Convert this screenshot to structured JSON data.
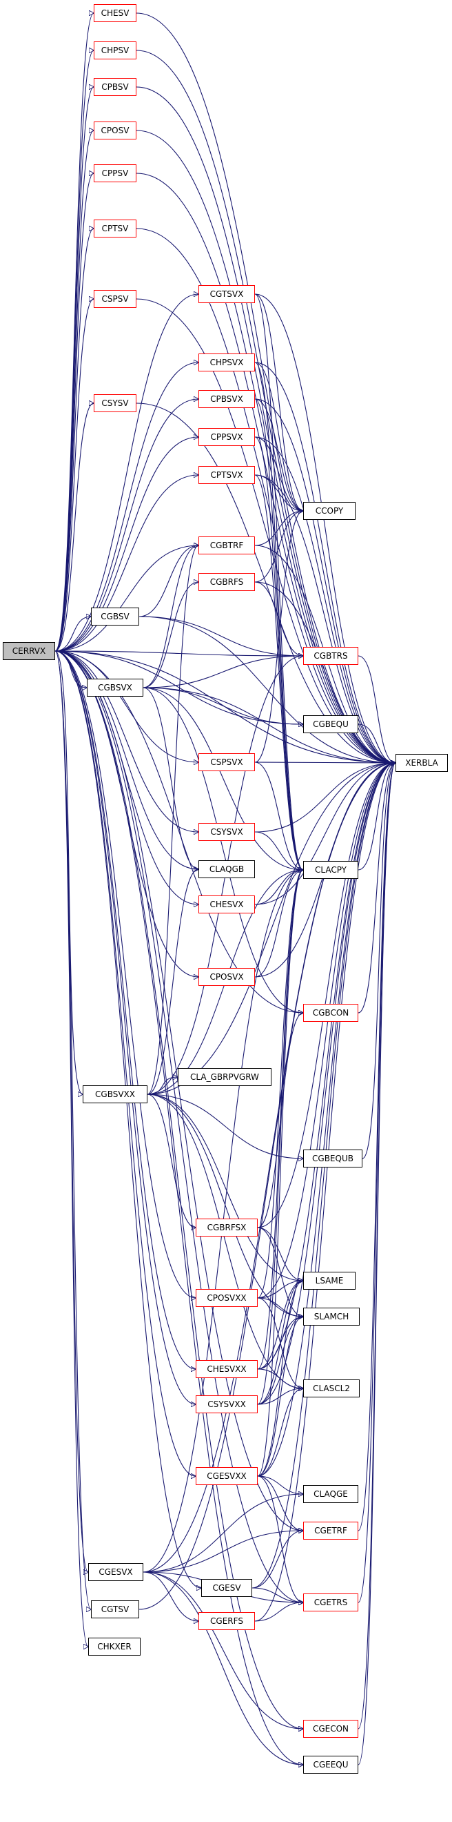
{
  "graph": {
    "root": "CERRVX",
    "nodes": [
      {
        "id": "CERRVX",
        "label": "CERRVX",
        "style": "root"
      },
      {
        "id": "CHESV",
        "label": "CHESV",
        "style": "red"
      },
      {
        "id": "CHPSV",
        "label": "CHPSV",
        "style": "red"
      },
      {
        "id": "CPBSV",
        "label": "CPBSV",
        "style": "red"
      },
      {
        "id": "CPOSV",
        "label": "CPOSV",
        "style": "red"
      },
      {
        "id": "CPPSV",
        "label": "CPPSV",
        "style": "red"
      },
      {
        "id": "CPTSV",
        "label": "CPTSV",
        "style": "red"
      },
      {
        "id": "CSPSV",
        "label": "CSPSV",
        "style": "red"
      },
      {
        "id": "CSYSV",
        "label": "CSYSV",
        "style": "red"
      },
      {
        "id": "CGBSV",
        "label": "CGBSV",
        "style": "black"
      },
      {
        "id": "CGBSVX",
        "label": "CGBSVX",
        "style": "black"
      },
      {
        "id": "CGBSVXX",
        "label": "CGBSVXX",
        "style": "black"
      },
      {
        "id": "CGESVX",
        "label": "CGESVX",
        "style": "black"
      },
      {
        "id": "CGTSV",
        "label": "CGTSV",
        "style": "black"
      },
      {
        "id": "CHKXER",
        "label": "CHKXER",
        "style": "black"
      },
      {
        "id": "CGTSVX",
        "label": "CGTSVX",
        "style": "red"
      },
      {
        "id": "CHPSVX",
        "label": "CHPSVX",
        "style": "red"
      },
      {
        "id": "CPBSVX",
        "label": "CPBSVX",
        "style": "red"
      },
      {
        "id": "CPPSVX",
        "label": "CPPSVX",
        "style": "red"
      },
      {
        "id": "CPTSVX",
        "label": "CPTSVX",
        "style": "red"
      },
      {
        "id": "CGBTRF",
        "label": "CGBTRF",
        "style": "red"
      },
      {
        "id": "CGBRFS",
        "label": "CGBRFS",
        "style": "red"
      },
      {
        "id": "CSPSVX",
        "label": "CSPSVX",
        "style": "red"
      },
      {
        "id": "CSYSVX",
        "label": "CSYSVX",
        "style": "red"
      },
      {
        "id": "CLAQGB",
        "label": "CLAQGB",
        "style": "black"
      },
      {
        "id": "CHESVX",
        "label": "CHESVX",
        "style": "red"
      },
      {
        "id": "CPOSVX",
        "label": "CPOSVX",
        "style": "red"
      },
      {
        "id": "CLA_GBRPVGRW",
        "label": "CLA_GBRPVGRW",
        "style": "black"
      },
      {
        "id": "CGBRFSX",
        "label": "CGBRFSX",
        "style": "red"
      },
      {
        "id": "CPOSVXX",
        "label": "CPOSVXX",
        "style": "red"
      },
      {
        "id": "CHESVXX",
        "label": "CHESVXX",
        "style": "red"
      },
      {
        "id": "CSYSVXX",
        "label": "CSYSVXX",
        "style": "red"
      },
      {
        "id": "CGESVXX",
        "label": "CGESVXX",
        "style": "red"
      },
      {
        "id": "CGESV",
        "label": "CGESV",
        "style": "black"
      },
      {
        "id": "CGERFS",
        "label": "CGERFS",
        "style": "red"
      },
      {
        "id": "CCOPY",
        "label": "CCOPY",
        "style": "black"
      },
      {
        "id": "CGBTRS",
        "label": "CGBTRS",
        "style": "red"
      },
      {
        "id": "CGBEQU",
        "label": "CGBEQU",
        "style": "black"
      },
      {
        "id": "CLACPY",
        "label": "CLACPY",
        "style": "black"
      },
      {
        "id": "CGBCON",
        "label": "CGBCON",
        "style": "red"
      },
      {
        "id": "CGBEQUB",
        "label": "CGBEQUB",
        "style": "black"
      },
      {
        "id": "LSAME",
        "label": "LSAME",
        "style": "black"
      },
      {
        "id": "SLAMCH",
        "label": "SLAMCH",
        "style": "black"
      },
      {
        "id": "CLASCL2",
        "label": "CLASCL2",
        "style": "black"
      },
      {
        "id": "CLAQGE",
        "label": "CLAQGE",
        "style": "black"
      },
      {
        "id": "CGETRF",
        "label": "CGETRF",
        "style": "red"
      },
      {
        "id": "CGETRS",
        "label": "CGETRS",
        "style": "red"
      },
      {
        "id": "CGECON",
        "label": "CGECON",
        "style": "red"
      },
      {
        "id": "CGEEQU",
        "label": "CGEEQU",
        "style": "black"
      },
      {
        "id": "XERBLA",
        "label": "XERBLA",
        "style": "black"
      }
    ],
    "edges": [
      [
        "CERRVX",
        "CHESV"
      ],
      [
        "CERRVX",
        "CHPSV"
      ],
      [
        "CERRVX",
        "CPBSV"
      ],
      [
        "CERRVX",
        "CPOSV"
      ],
      [
        "CERRVX",
        "CPPSV"
      ],
      [
        "CERRVX",
        "CPTSV"
      ],
      [
        "CERRVX",
        "CSPSV"
      ],
      [
        "CERRVX",
        "CSYSV"
      ],
      [
        "CERRVX",
        "CGBSV"
      ],
      [
        "CERRVX",
        "CGBSVX"
      ],
      [
        "CERRVX",
        "CGBSVXX"
      ],
      [
        "CERRVX",
        "CGESVX"
      ],
      [
        "CERRVX",
        "CGTSV"
      ],
      [
        "CERRVX",
        "CHKXER"
      ],
      [
        "CERRVX",
        "CGTSVX"
      ],
      [
        "CERRVX",
        "CHPSVX"
      ],
      [
        "CERRVX",
        "CPBSVX"
      ],
      [
        "CERRVX",
        "CPPSVX"
      ],
      [
        "CERRVX",
        "CPTSVX"
      ],
      [
        "CERRVX",
        "CSPSVX"
      ],
      [
        "CERRVX",
        "CSYSVX"
      ],
      [
        "CERRVX",
        "CHESVX"
      ],
      [
        "CERRVX",
        "CPOSVX"
      ],
      [
        "CERRVX",
        "CPOSVXX"
      ],
      [
        "CERRVX",
        "CHESVXX"
      ],
      [
        "CERRVX",
        "CSYSVXX"
      ],
      [
        "CERRVX",
        "CGESVXX"
      ],
      [
        "CERRVX",
        "CGESV"
      ],
      [
        "CERRVX",
        "CGECON"
      ],
      [
        "CERRVX",
        "CGEEQU"
      ],
      [
        "CERRVX",
        "CGETRF"
      ],
      [
        "CERRVX",
        "CGETRS"
      ],
      [
        "CERRVX",
        "CGBTRF"
      ],
      [
        "CERRVX",
        "CGBTRS"
      ],
      [
        "CERRVX",
        "CGBEQU"
      ],
      [
        "CERRVX",
        "CLAQGB"
      ],
      [
        "CERRVX",
        "CGBCON"
      ],
      [
        "CERRVX",
        "XERBLA"
      ],
      [
        "CHESV",
        "XERBLA"
      ],
      [
        "CHPSV",
        "XERBLA"
      ],
      [
        "CPBSV",
        "XERBLA"
      ],
      [
        "CPOSV",
        "XERBLA"
      ],
      [
        "CPPSV",
        "XERBLA"
      ],
      [
        "CPTSV",
        "XERBLA"
      ],
      [
        "CSPSV",
        "XERBLA"
      ],
      [
        "CSYSV",
        "XERBLA"
      ],
      [
        "CGBSV",
        "CGBTRF"
      ],
      [
        "CGBSV",
        "CGBTRS"
      ],
      [
        "CGBSV",
        "XERBLA"
      ],
      [
        "CGBSVX",
        "CGBTRF"
      ],
      [
        "CGBSVX",
        "CGBRFS"
      ],
      [
        "CGBSVX",
        "CGBTRS"
      ],
      [
        "CGBSVX",
        "CGBEQU"
      ],
      [
        "CGBSVX",
        "CLAQGB"
      ],
      [
        "CGBSVX",
        "CLACPY"
      ],
      [
        "CGBSVX",
        "CGBCON"
      ],
      [
        "CGBSVX",
        "XERBLA"
      ],
      [
        "CGBSVXX",
        "CLA_GBRPVGRW"
      ],
      [
        "CGBSVXX",
        "CGBEQUB"
      ],
      [
        "CGBSVXX",
        "CGBRFSX"
      ],
      [
        "CGBSVXX",
        "LSAME"
      ],
      [
        "CGBSVXX",
        "SLAMCH"
      ],
      [
        "CGBSVXX",
        "CLASCL2"
      ],
      [
        "CGBSVXX",
        "CLAQGB"
      ],
      [
        "CGBSVXX",
        "CGBTRF"
      ],
      [
        "CGBSVXX",
        "CGBTRS"
      ],
      [
        "CGBSVXX",
        "CLACPY"
      ],
      [
        "CGBSVXX",
        "XERBLA"
      ],
      [
        "CGESVX",
        "CLAQGE"
      ],
      [
        "CGESVX",
        "CGETRF"
      ],
      [
        "CGESVX",
        "CGETRS"
      ],
      [
        "CGESVX",
        "CGERFS"
      ],
      [
        "CGESVX",
        "CGECON"
      ],
      [
        "CGESVX",
        "CGEEQU"
      ],
      [
        "CGESVX",
        "CLACPY"
      ],
      [
        "CGESVX",
        "XERBLA"
      ],
      [
        "CGTSV",
        "XERBLA"
      ],
      [
        "CGTSVX",
        "CCOPY"
      ],
      [
        "CGTSVX",
        "CLACPY"
      ],
      [
        "CGTSVX",
        "XERBLA"
      ],
      [
        "CHPSVX",
        "CCOPY"
      ],
      [
        "CHPSVX",
        "CLACPY"
      ],
      [
        "CHPSVX",
        "XERBLA"
      ],
      [
        "CPBSVX",
        "CCOPY"
      ],
      [
        "CPBSVX",
        "CLACPY"
      ],
      [
        "CPBSVX",
        "XERBLA"
      ],
      [
        "CPPSVX",
        "CCOPY"
      ],
      [
        "CPPSVX",
        "CLACPY"
      ],
      [
        "CPPSVX",
        "XERBLA"
      ],
      [
        "CPTSVX",
        "CCOPY"
      ],
      [
        "CPTSVX",
        "CLACPY"
      ],
      [
        "CPTSVX",
        "XERBLA"
      ],
      [
        "CGBTRF",
        "CCOPY"
      ],
      [
        "CGBTRF",
        "XERBLA"
      ],
      [
        "CGBRFS",
        "CCOPY"
      ],
      [
        "CGBRFS",
        "CGBTRS"
      ],
      [
        "CGBRFS",
        "XERBLA"
      ],
      [
        "CSPSVX",
        "CCOPY"
      ],
      [
        "CSPSVX",
        "CLACPY"
      ],
      [
        "CSPSVX",
        "XERBLA"
      ],
      [
        "CSYSVX",
        "CLACPY"
      ],
      [
        "CSYSVX",
        "XERBLA"
      ],
      [
        "CHESVX",
        "CLACPY"
      ],
      [
        "CHESVX",
        "XERBLA"
      ],
      [
        "CPOSVX",
        "CLACPY"
      ],
      [
        "CPOSVX",
        "XERBLA"
      ],
      [
        "CGBRFSX",
        "CGBCON"
      ],
      [
        "CGBRFSX",
        "LSAME"
      ],
      [
        "CGBRFSX",
        "SLAMCH"
      ],
      [
        "CGBRFSX",
        "XERBLA"
      ],
      [
        "CPOSVXX",
        "LSAME"
      ],
      [
        "CPOSVXX",
        "SLAMCH"
      ],
      [
        "CPOSVXX",
        "CLASCL2"
      ],
      [
        "CPOSVXX",
        "CLACPY"
      ],
      [
        "CPOSVXX",
        "XERBLA"
      ],
      [
        "CHESVXX",
        "LSAME"
      ],
      [
        "CHESVXX",
        "SLAMCH"
      ],
      [
        "CHESVXX",
        "CLASCL2"
      ],
      [
        "CHESVXX",
        "CLACPY"
      ],
      [
        "CHESVXX",
        "XERBLA"
      ],
      [
        "CSYSVXX",
        "LSAME"
      ],
      [
        "CSYSVXX",
        "SLAMCH"
      ],
      [
        "CSYSVXX",
        "CLASCL2"
      ],
      [
        "CSYSVXX",
        "CLACPY"
      ],
      [
        "CSYSVXX",
        "XERBLA"
      ],
      [
        "CGESVXX",
        "LSAME"
      ],
      [
        "CGESVXX",
        "SLAMCH"
      ],
      [
        "CGESVXX",
        "CLASCL2"
      ],
      [
        "CGESVXX",
        "CLAQGE"
      ],
      [
        "CGESVXX",
        "CGETRF"
      ],
      [
        "CGESVXX",
        "CGETRS"
      ],
      [
        "CGESVXX",
        "CLACPY"
      ],
      [
        "CGESVXX",
        "XERBLA"
      ],
      [
        "CGESV",
        "CGETRF"
      ],
      [
        "CGESV",
        "CGETRS"
      ],
      [
        "CGESV",
        "XERBLA"
      ],
      [
        "CGERFS",
        "CGETRS"
      ],
      [
        "CGERFS",
        "XERBLA"
      ],
      [
        "CGBTRS",
        "XERBLA"
      ],
      [
        "CGBEQU",
        "XERBLA"
      ],
      [
        "CLACPY",
        "XERBLA"
      ],
      [
        "CGBCON",
        "XERBLA"
      ],
      [
        "CGBEQUB",
        "XERBLA"
      ],
      [
        "CGETRF",
        "XERBLA"
      ],
      [
        "CGETRS",
        "XERBLA"
      ],
      [
        "CGECON",
        "XERBLA"
      ],
      [
        "CGEEQU",
        "XERBLA"
      ]
    ]
  }
}
